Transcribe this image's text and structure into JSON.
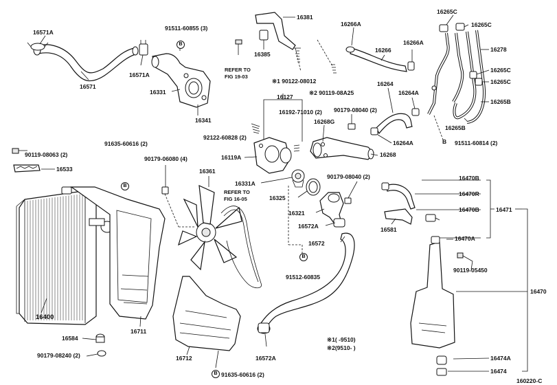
{
  "labels": {
    "p16571A_top": "16571A",
    "p16571": "16571",
    "p16571A_mid": "16571A",
    "p91511_60855": "91511-60855 (3)",
    "p16331": "16331",
    "p16341": "16341",
    "p16381": "16381",
    "p16385": "16385",
    "refer1903_a": "REFER TO",
    "refer1903_b": "FIG 19-03",
    "p90122": "※1 90122-08012",
    "p90119_08A25": "※2 90119-08A25",
    "p16266A_left": "16266A",
    "p16266": "16266",
    "p16266A_right": "16266A",
    "p16265C_1": "16265C",
    "p16265C_2": "16265C",
    "p16278": "16278",
    "p16265C_3": "16265C",
    "p16265C_4": "16265C",
    "p16265B_1": "16265B",
    "p16265B_2": "16265B",
    "p16264": "16264",
    "p16264A_top": "16264A",
    "p16127": "16127",
    "p16192": "16192-71010 (2)",
    "p90179_08040_top": "90179-08040 (2)",
    "p16268G": "16268G",
    "p92122": "92122-60828 (2)",
    "p16264A_bot": "16264A",
    "p91511_60814": "91511-60814 (2)",
    "p16268": "16268",
    "p16119A": "16119A",
    "p90119_08063": "90119-08063 (2)",
    "p91635_60616_top": "91635-60616 (2)",
    "p90179_06080": "90179-06080 (4)",
    "p16361": "16361",
    "p16533": "16533",
    "p16331A": "16331A",
    "p90179_08040_mid": "90179-08040 (2)",
    "refer1605_a": "REFER TO",
    "refer1605_b": "FIG 16-05",
    "p16325": "16325",
    "p16470B_1": "16470B",
    "p16470R": "16470R",
    "p16470B_2": "16470B",
    "p16471": "16471",
    "p16321": "16321",
    "p16572A_top": "16572A",
    "p16581": "16581",
    "p16470A": "16470A",
    "p16572": "16572",
    "p91512_60835": "91512-60835",
    "p90119_05450": "90119-05450",
    "p16400": "16400",
    "p16711": "16711",
    "p16470": "16470",
    "p16584": "16584",
    "note1": "※1(      -9510)",
    "note2": "※2(9510-      )",
    "p90179_08240": "90179-08240 (2)",
    "p16712": "16712",
    "p16572A_bot": "16572A",
    "p91635_60616_bot": "91635-60616 (2)",
    "p16474A": "16474A",
    "p16474": "16474",
    "figure_code": "160220-C"
  },
  "badge_letter": "B"
}
